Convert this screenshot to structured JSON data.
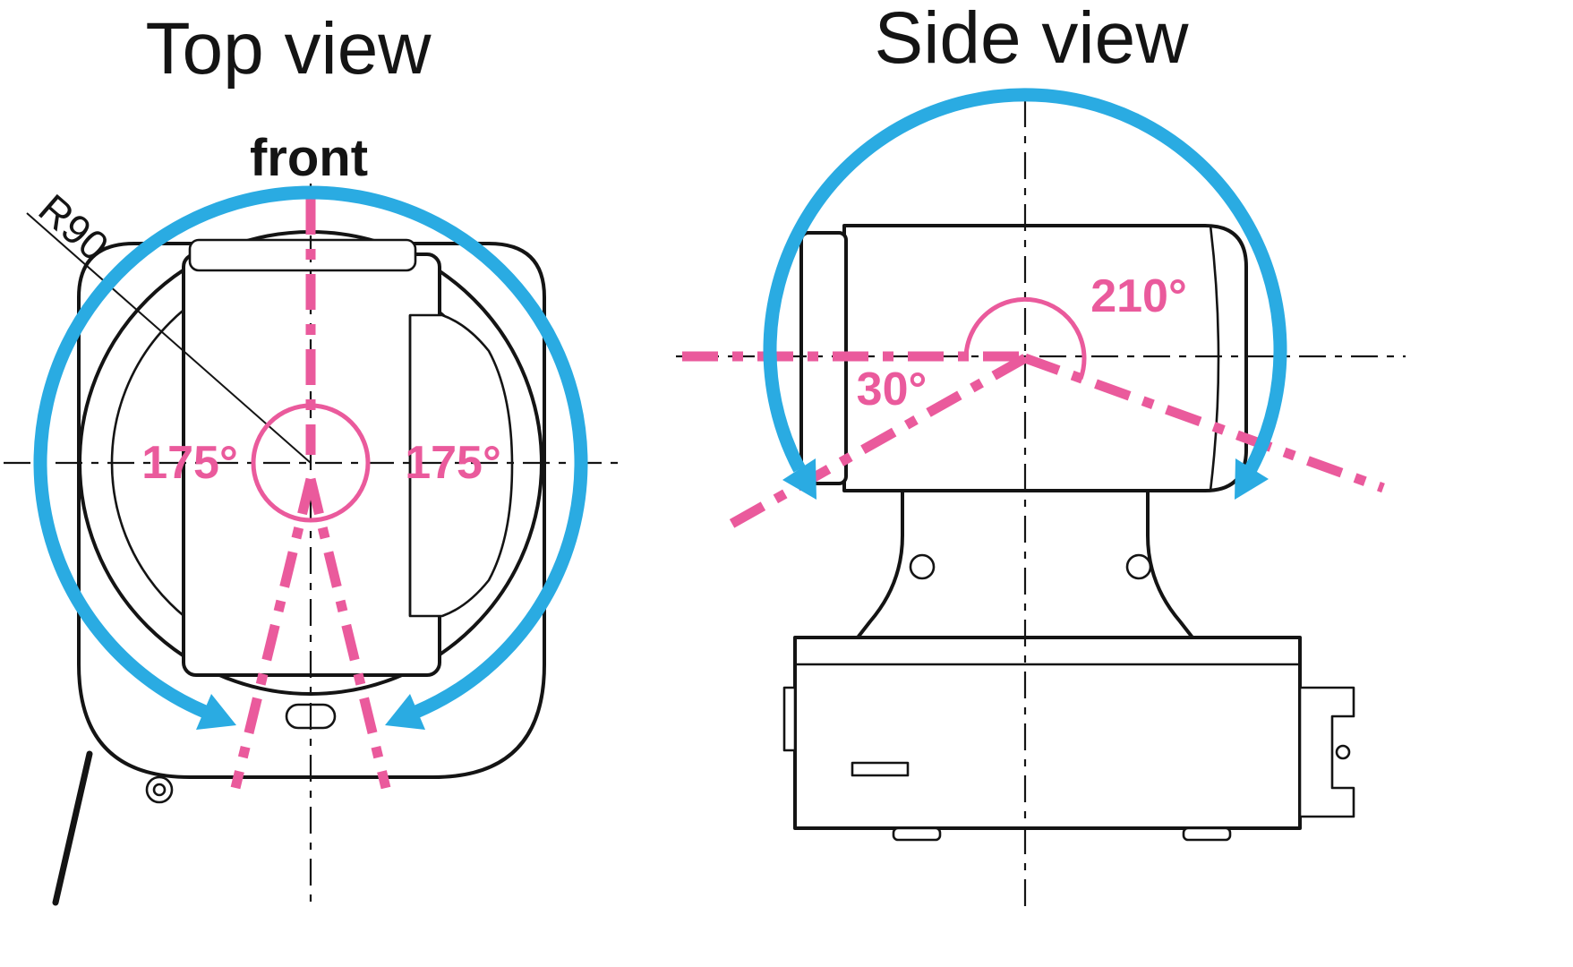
{
  "colors": {
    "pink": "#ea5a9c",
    "blue": "#2aabe2",
    "ink": "#141414",
    "background": "#ffffff"
  },
  "top_view": {
    "title": "Top view",
    "front_label": "front",
    "radius_label": "R90",
    "pan_angle_left": "175°",
    "pan_angle_right": "175°"
  },
  "side_view": {
    "title": "Side view",
    "tilt_angle_up": "210°",
    "tilt_angle_down": "30°"
  }
}
